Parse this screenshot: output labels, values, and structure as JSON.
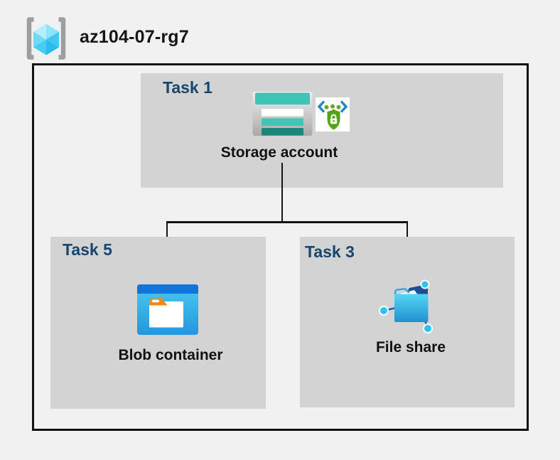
{
  "header": {
    "title": "az104-07-rg7",
    "icon": "resource-group-icon"
  },
  "resource_group": {
    "groups": [
      {
        "label": "Task 1",
        "item": {
          "name": "Storage account",
          "icons": [
            "storage-account-icon",
            "code-shield-lock-icon"
          ]
        }
      },
      {
        "label": "Task 5",
        "item": {
          "name": "Blob container",
          "icons": [
            "blob-container-icon"
          ]
        }
      },
      {
        "label": "Task 3",
        "item": {
          "name": "File share",
          "icons": [
            "file-share-icon"
          ]
        }
      }
    ],
    "connections": [
      {
        "from": "Storage account",
        "to": "Blob container"
      },
      {
        "from": "Storage account",
        "to": "File share"
      }
    ]
  },
  "colors": {
    "background": "#f1f1f2",
    "group_fill": "#d3d3d3",
    "task_label": "#17466e",
    "boundary_outline": "#111111",
    "connector": "#141414",
    "storage_teal": "#3ec4b3",
    "storage_teal_dark": "#1f857a",
    "blob_titlebar_blue": "#1176d8",
    "blob_cyan": "#4cc9ef",
    "fileshare_navy": "#1b4f9e",
    "fileshare_node_cyan": "#2bc2f0",
    "shield_green": "#54a317",
    "code_bracket_blue": "#1f86c9",
    "bracket_gray": "#9e9e9e",
    "folder_tab_orange": "#f2891c"
  }
}
